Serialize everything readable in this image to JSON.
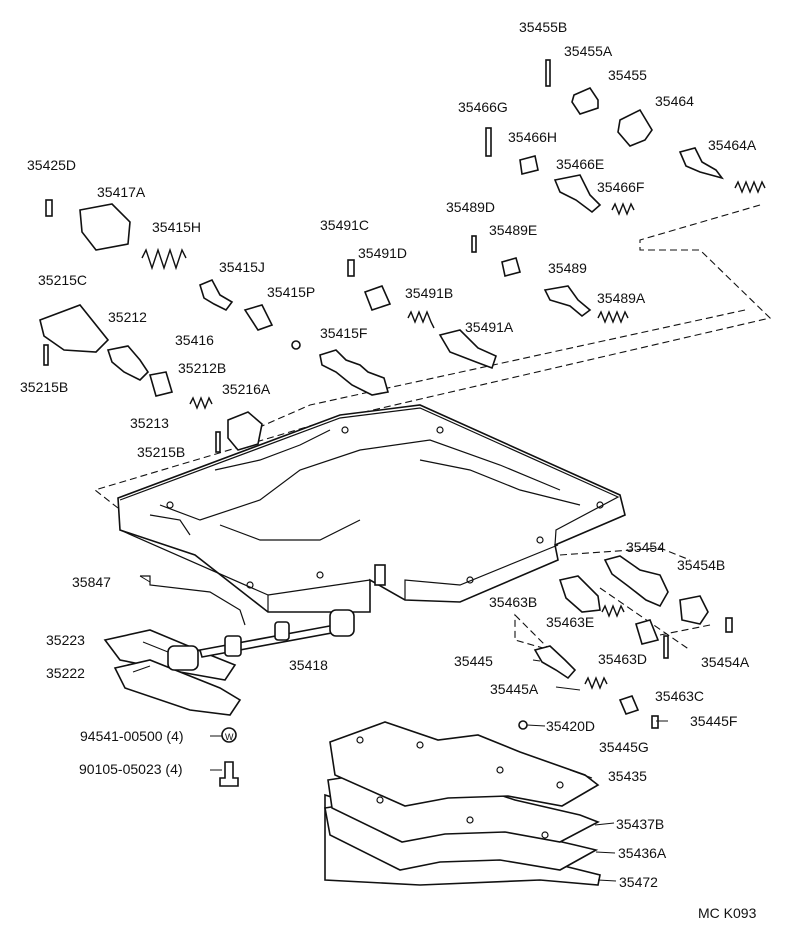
{
  "diagram": {
    "code": "MC K093",
    "labels": {
      "p35455B": "35455B",
      "p35455A": "35455A",
      "p35455": "35455",
      "p35464": "35464",
      "p35464A": "35464A",
      "p35466G": "35466G",
      "p35466H": "35466H",
      "p35466E": "35466E",
      "p35466F": "35466F",
      "p35425D": "35425D",
      "p35417A": "35417A",
      "p35415H": "35415H",
      "p35489D": "35489D",
      "p35489E": "35489E",
      "p35491C": "35491C",
      "p35491D": "35491D",
      "p35489": "35489",
      "p35415J": "35415J",
      "p35215C": "35215C",
      "p35415P": "35415P",
      "p35491B": "35491B",
      "p35489A": "35489A",
      "p35212": "35212",
      "p35416": "35416",
      "p35415F": "35415F",
      "p35491A": "35491A",
      "p35215B_left": "35215B",
      "p35212B": "35212B",
      "p35216A": "35216A",
      "p35213": "35213",
      "p35215B_mid": "35215B",
      "p35454": "35454",
      "p35454B": "35454B",
      "p35847": "35847",
      "p35463B": "35463B",
      "p35463E": "35463E",
      "p35223": "35223",
      "p35418": "35418",
      "p35463D": "35463D",
      "p35454A": "35454A",
      "p35222": "35222",
      "p35445": "35445",
      "p35445A": "35445A",
      "p35463C": "35463C",
      "p35420D": "35420D",
      "p35445F": "35445F",
      "p94541": "94541-00500 (4)",
      "p35445G": "35445G",
      "p90105": "90105-05023 (4)",
      "p35435": "35435",
      "p35437B": "35437B",
      "p35436A": "35436A",
      "p35472": "35472",
      "washer_symbol": "W"
    }
  }
}
